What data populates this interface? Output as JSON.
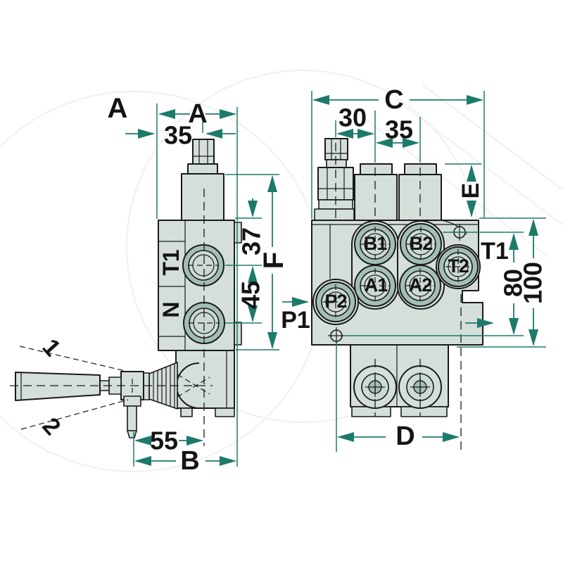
{
  "title": "Two-section hydraulic directional control valve dimensional drawing",
  "colors": {
    "accent": "#1d7a6b",
    "line": "#1a1a1a",
    "body_fill": "#d5dfda",
    "ring_fill": "#a3bfb5",
    "inner_fill": "#ccdad4"
  },
  "left_view": {
    "view_label": "A",
    "ports": {
      "t1": "T1",
      "n": "N"
    },
    "lever_positions": {
      "pos1": "1",
      "pos2": "2"
    },
    "dims": {
      "a": "A",
      "w35": "35",
      "h37": "37",
      "h45": "45",
      "f": "F",
      "w55": "55",
      "b": "B"
    }
  },
  "right_view": {
    "ports": {
      "b1": "B1",
      "b2": "B2",
      "a1": "A1",
      "a2": "A2",
      "p2": "P2",
      "t2": "T2"
    },
    "labels": {
      "p1": "P1",
      "t1": "T1"
    },
    "dims": {
      "c": "C",
      "w30": "30",
      "w35": "35",
      "e": "E",
      "h80": "80",
      "h100": "100",
      "d": "D"
    }
  }
}
